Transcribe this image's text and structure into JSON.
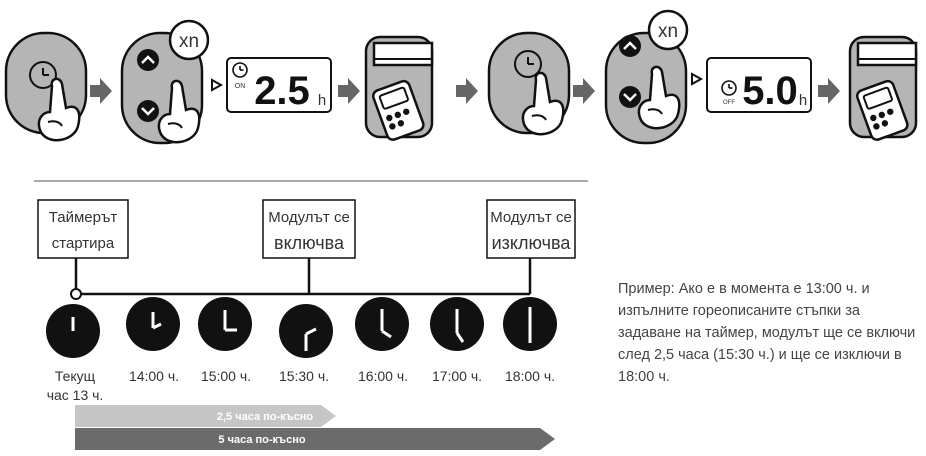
{
  "steps": {
    "xn_label": "xn",
    "on_display": {
      "value": "2.5",
      "unit": "h",
      "tag": "ON"
    },
    "off_display": {
      "value": "5.0",
      "unit": "h",
      "tag": "OFF"
    }
  },
  "events": {
    "timer_started": [
      "Таймерът",
      "стартира"
    ],
    "unit_on": [
      "Модулът се",
      "включва"
    ],
    "unit_off": [
      "Модулът се",
      "изключва"
    ]
  },
  "clocks": {
    "current": [
      "Текущ",
      "час 13 ч."
    ],
    "times": [
      "14:00 ч.",
      "15:00 ч.",
      "15:30 ч.",
      "16:00 ч.",
      "17:00 ч.",
      "18:00 ч."
    ]
  },
  "arrows": {
    "on_delay": "2,5 часа по-късно",
    "off_delay": "5 часа по-късно"
  },
  "example_text": "Пример: Ако е в момента е 13:00 ч. и изпълните гореописаните стъпки за задаване на таймер, модулът ще се включи след 2,5 часа (15:30 ч.) и ще се изключи в 18:00 ч.",
  "colors": {
    "tile_gray": "#b5b5b5",
    "arrow_dark": "#666666",
    "arrow_light": "#c6c6c6",
    "clock_fill": "#111111"
  }
}
